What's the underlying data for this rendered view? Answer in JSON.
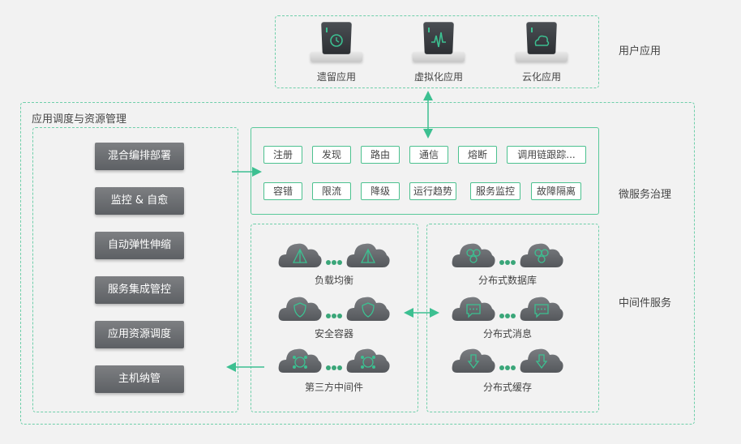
{
  "user_apps": {
    "title": "用户应用",
    "items": [
      {
        "label": "遗留应用",
        "icon": "clock-icon"
      },
      {
        "label": "虚拟化应用",
        "icon": "pulse-icon"
      },
      {
        "label": "云化应用",
        "icon": "cloud-icon"
      }
    ]
  },
  "scheduling": {
    "title": "应用调度与资源管理",
    "buttons": [
      "混合编排部署",
      "监控 & 自愈",
      "自动弹性伸缩",
      "服务集成管控",
      "应用资源调度",
      "主机纳管"
    ]
  },
  "microservice": {
    "title": "微服务治理",
    "row1": [
      "注册",
      "发现",
      "路由",
      "通信",
      "熔断",
      "调用链跟踪..."
    ],
    "row2": [
      "容错",
      "限流",
      "降级",
      "运行趋势",
      "服务监控",
      "故障隔离"
    ]
  },
  "middleware": {
    "title": "中间件服务",
    "left": [
      {
        "label": "负载均衡",
        "icon": "pyramid-icon"
      },
      {
        "label": "安全容器",
        "icon": "shield-icon"
      },
      {
        "label": "第三方中间件",
        "icon": "network-icon"
      }
    ],
    "right": [
      {
        "label": "分布式数据库",
        "icon": "cubes-icon"
      },
      {
        "label": "分布式消息",
        "icon": "message-icon"
      },
      {
        "label": "分布式缓存",
        "icon": "cache-icon"
      }
    ]
  },
  "colors": {
    "accent": "#3cc091",
    "button_gray": "#6a6d70",
    "cloud_gray": "#6b6e72"
  }
}
